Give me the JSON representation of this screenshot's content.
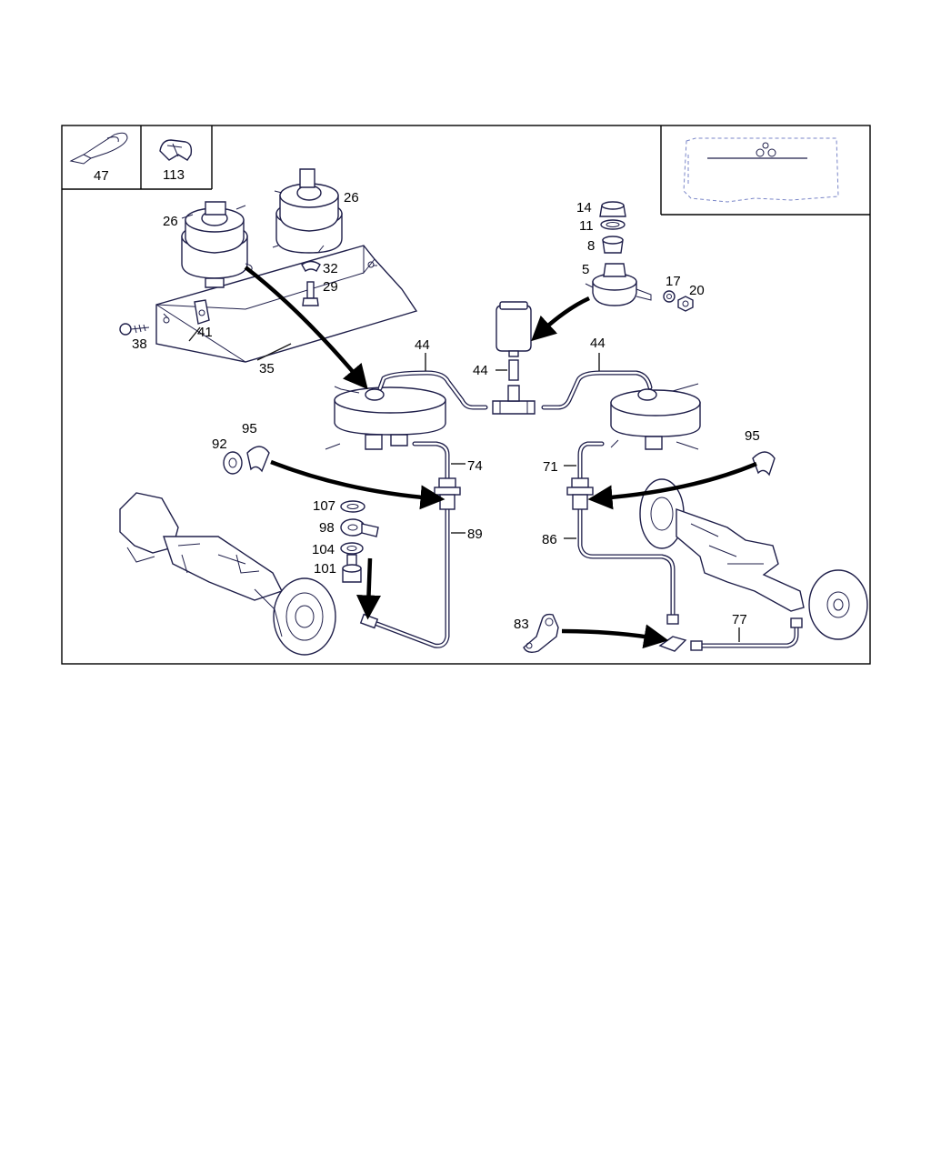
{
  "diagram": {
    "legend": [
      {
        "label": "47",
        "icon": "cable-tie-icon"
      },
      {
        "label": "113",
        "icon": "clip-icon"
      }
    ],
    "callouts": {
      "c26a": "26",
      "c26b": "26",
      "c32": "32",
      "c29": "29",
      "c41": "41",
      "c38": "38",
      "c35": "35",
      "c14": "14",
      "c11": "11",
      "c8": "8",
      "c5": "5",
      "c17": "17",
      "c20": "20",
      "c44a": "44",
      "c44b": "44",
      "c44c": "44",
      "c95a": "95",
      "c92": "92",
      "c74": "74",
      "c107": "107",
      "c98": "98",
      "c89": "89",
      "c104": "104",
      "c101": "101",
      "c71": "71",
      "c95b": "95",
      "c86": "86",
      "c83": "83",
      "c77": "77"
    },
    "colors": {
      "line": "#1f1f4a",
      "inset_line": "#7a86c8",
      "label": "#000000"
    }
  }
}
